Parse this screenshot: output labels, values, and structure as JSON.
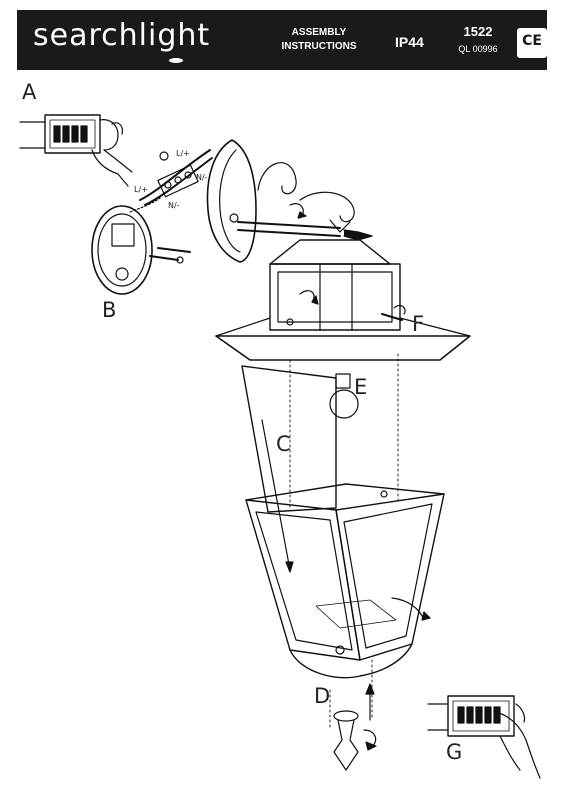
{
  "header": {
    "brand": "searchlight",
    "assembly_line1": "ASSEMBLY",
    "assembly_line2": "INSTRUCTIONS",
    "ip_rating": "IP44",
    "model_number": "1522",
    "ql_code": "QL 00996",
    "ce_mark": "CE"
  },
  "steps": {
    "a": "A",
    "b": "B",
    "c": "C",
    "d": "D",
    "e": "E",
    "f": "F",
    "g": "G"
  },
  "wiring": {
    "live_top": "L/+",
    "live_left": "L/+",
    "neutral_right": "N/-",
    "neutral_bottom": "N/-"
  }
}
